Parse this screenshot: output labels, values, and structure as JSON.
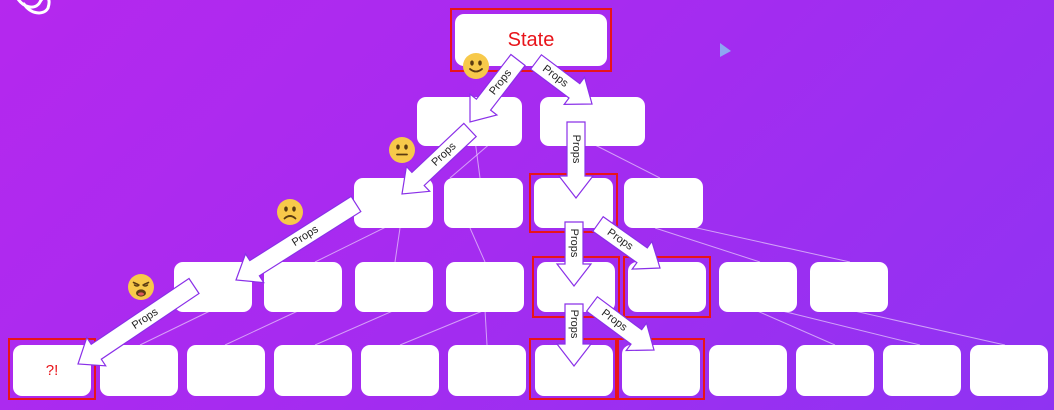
{
  "root": {
    "label": "State"
  },
  "unknown_leaf": {
    "label": "?!"
  },
  "prop_label": "Props",
  "emojis": [
    "slightly-smiling-face",
    "neutral-face",
    "frowning-face",
    "weary-face"
  ],
  "colors": {
    "background_start": "#b528ee",
    "background_end": "#8f33f2",
    "node": "#ffffff",
    "highlight": "#e8141a",
    "arrow_fill": "#ffffff",
    "arrow_stroke": "#8a30e8"
  }
}
